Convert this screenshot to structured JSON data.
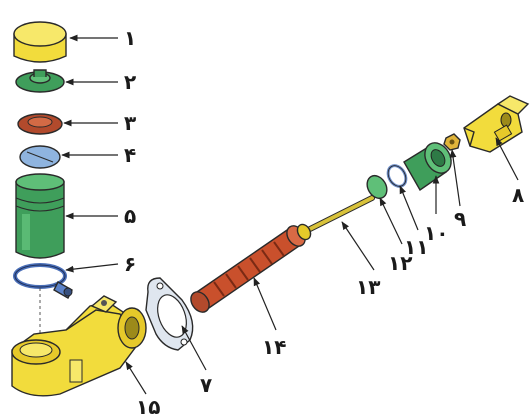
{
  "diagram": {
    "labels": {
      "p1": "۱",
      "p2": "۲",
      "p3": "۳",
      "p4": "۴",
      "p5": "۵",
      "p6": "۶",
      "p7": "۷",
      "p8": "۸",
      "p9": "۹",
      "p10": "۱۰",
      "p11": "۱۱",
      "p12": "۱۲",
      "p13": "۱۳",
      "p14": "۱۴",
      "p15": "۱۵"
    }
  }
}
